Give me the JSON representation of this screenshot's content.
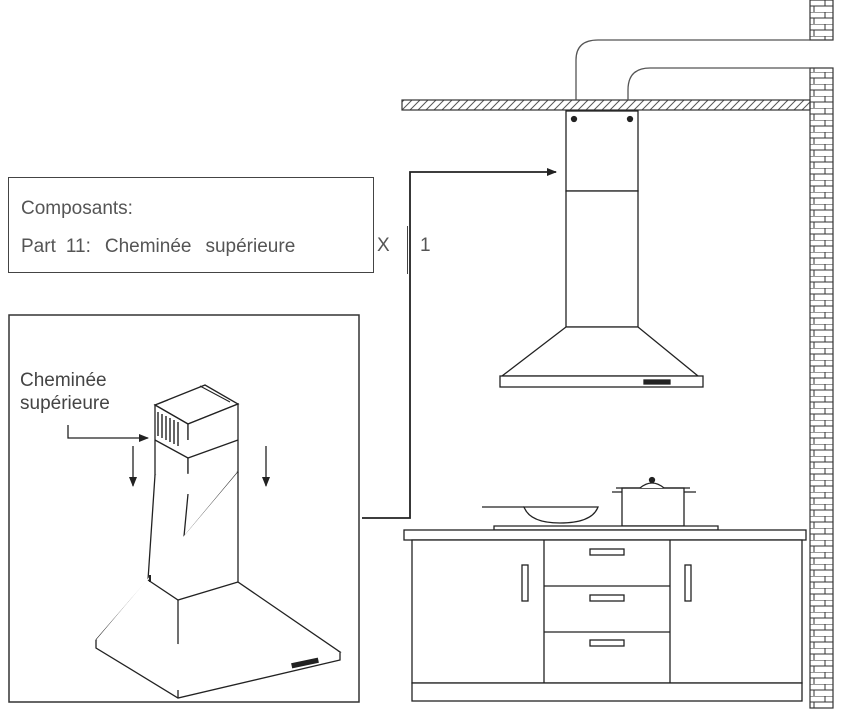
{
  "components": {
    "heading": "Composants:",
    "part_prefix": "Part",
    "part_number": "11:",
    "part_name_1": "Cheminée",
    "part_name_2": "supérieure",
    "quantity_mark": "X",
    "quantity": "1"
  },
  "detail": {
    "label_line_1": "Cheminée",
    "label_line_2": "supérieure"
  },
  "colors": {
    "line": "#2a2a2a",
    "hatch": "#555555"
  }
}
